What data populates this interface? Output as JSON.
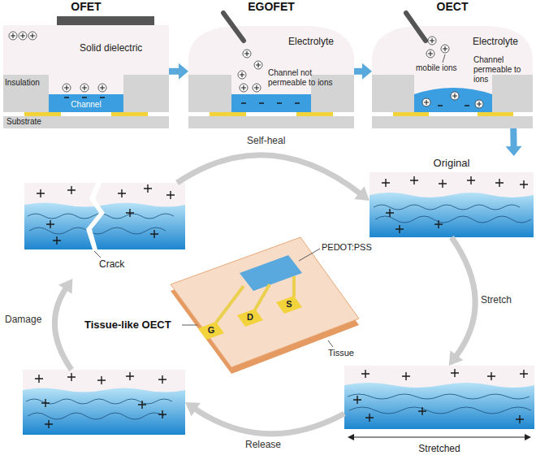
{
  "diagram": {
    "nodes": [
      {
        "text": [
          "OFET",
          "Solid dielectric",
          "Insulation",
          "Channel",
          "Substrate"
        ]
      },
      {
        "text": [
          "EGOFET",
          "Electrolyte",
          "Channel not permeable to ions"
        ]
      },
      {
        "text": [
          "OECT",
          "Electrolyte",
          "mobile ions",
          "Channel permeable to ions"
        ]
      },
      {
        "text": [
          "Original"
        ]
      },
      {
        "text": [
          "Stretched"
        ]
      },
      {
        "text": []
      },
      {
        "text": [
          "Crack"
        ]
      },
      {
        "text": [
          "PEDOT:PSS",
          "G",
          "D",
          "S",
          "Tissue-like OECT",
          "Tissue"
        ]
      }
    ],
    "edges": [
      {
        "from": 0,
        "to": 1,
        "arrow": "to"
      },
      {
        "from": 1,
        "to": 2,
        "arrow": "to"
      },
      {
        "from": 2,
        "to": 3,
        "arrow": "to"
      },
      {
        "from": 3,
        "to": 4,
        "label": "Stretch",
        "arrow": "to"
      },
      {
        "from": 4,
        "to": 5,
        "label": "Release",
        "arrow": "to"
      },
      {
        "from": 5,
        "to": 6,
        "label": "Damage",
        "arrow": "to"
      },
      {
        "from": 6,
        "to": 3,
        "label": "Self-heal",
        "arrow": "to"
      }
    ]
  }
}
